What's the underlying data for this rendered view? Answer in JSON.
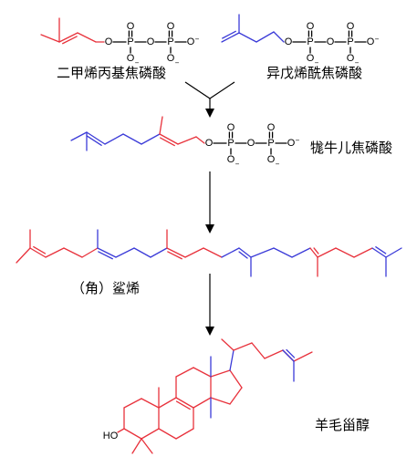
{
  "colors": {
    "isoprene_unit_a": "#e8323c",
    "isoprene_unit_b": "#3b3bd8",
    "bond": "#000000",
    "arrow": "#000000"
  },
  "atoms": {
    "oxygen": "O",
    "phosphorus": "P",
    "hydroxyl": "HO",
    "charge": "−"
  },
  "labels": {
    "dmapp": "二甲烯丙基焦磷酸",
    "ipp": "异戊烯酰焦磷酸",
    "gpp": "牻牛儿焦磷酸",
    "squalene": "（角）鲨烯",
    "lanosterol": "羊毛甾醇"
  }
}
